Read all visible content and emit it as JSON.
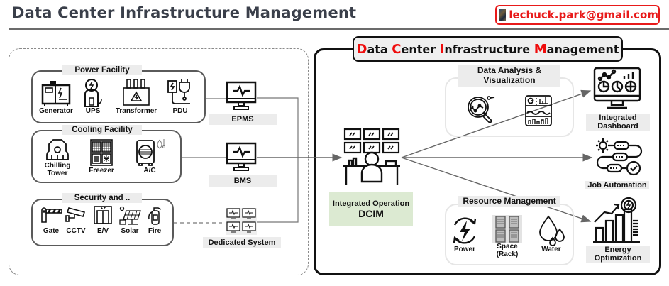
{
  "header": {
    "title": "Data Center Infrastructure Management",
    "email": "lechuck.park@gmail.com"
  },
  "dcim_banner": {
    "parts": [
      {
        "initial": "D",
        "rest": "ata "
      },
      {
        "initial": "C",
        "rest": "enter "
      },
      {
        "initial": "I",
        "rest": "nfrastructure "
      },
      {
        "initial": "M",
        "rest": "anagement"
      }
    ],
    "accent_color": "#ef0c0c"
  },
  "facilities": {
    "power": {
      "label": "Power Facility",
      "items": [
        "Generator",
        "UPS",
        "Transformer",
        "PDU"
      ]
    },
    "cooling": {
      "label": "Cooling Facility",
      "items": [
        "Chilling\nTower",
        "Freezer",
        "A/C"
      ]
    },
    "security": {
      "label": "Security and ..",
      "items": [
        "Gate",
        "CCTV",
        "E/V",
        "Solar",
        "Fire"
      ]
    }
  },
  "systems": {
    "epms": "EPMS",
    "bms": "BMS",
    "dedicated": "Dedicated System"
  },
  "center": {
    "line1": "Integrated Operation",
    "line2": "DCIM",
    "box_color": "#dcead2"
  },
  "capabilities": {
    "analysis": {
      "label_line1": "Data Analysis &",
      "label_line2": "Visualization"
    },
    "resource": {
      "label": "Resource Management",
      "items": [
        "Power",
        "Space\n(Rack)",
        "Water"
      ]
    }
  },
  "outcomes": {
    "dashboard": {
      "line1": "Integrated",
      "line2": "Dashboard"
    },
    "automation": {
      "line1": "Job Automation"
    },
    "energy": {
      "line1": "Energy",
      "line2": "Optimization"
    }
  }
}
